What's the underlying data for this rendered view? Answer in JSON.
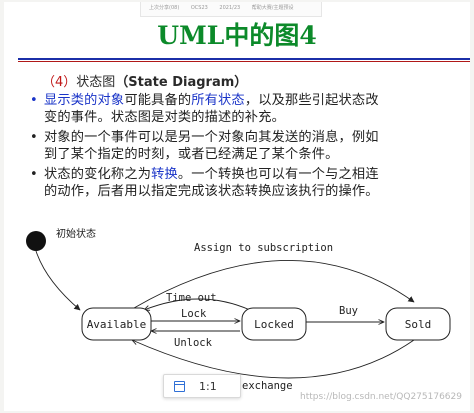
{
  "topbar": {
    "items": [
      "上次分享(08)",
      "OCS23",
      "2021/23",
      "帮助大赛/主题预设"
    ]
  },
  "slide": {
    "title": "UML中的图4",
    "heading": {
      "num": "（4）",
      "cn": "状态图",
      "en": "（State Diagram）"
    },
    "bullets": [
      {
        "lines": [
          [
            {
              "t": "显示类的对象",
              "hl": true
            },
            {
              "t": "可能具备的",
              "hl": false
            },
            {
              "t": "所有状态",
              "hl": true
            },
            {
              "t": "，以及那些引起状态改",
              "hl": false
            }
          ],
          [
            {
              "t": "变的事件。状态图是对类的描述的补充。",
              "hl": false
            }
          ]
        ]
      },
      {
        "lines": [
          [
            {
              "t": "对象的一个事件可以是另一个对象向其发送的消息，例如",
              "hl": false
            }
          ],
          [
            {
              "t": "到了某个指定的时刻，或者已经满足了某个条件。",
              "hl": false
            }
          ]
        ]
      },
      {
        "lines": [
          [
            {
              "t": "状态的变化称之为",
              "hl": false
            },
            {
              "t": "转换",
              "hl": true
            },
            {
              "t": "。一个转换也可以有一个与之相连",
              "hl": false
            }
          ],
          [
            {
              "t": "的动作，后者用以指定完成该状态转换应该执行的操作。",
              "hl": false
            }
          ]
        ]
      }
    ]
  },
  "diagram": {
    "initial_label": "初始状态",
    "states": {
      "available": "Available",
      "locked": "Locked",
      "sold": "Sold"
    },
    "transitions": {
      "assign": "Assign to subscription",
      "timeout": "Time out",
      "lock": "Lock",
      "unlock": "Unlock",
      "buy": "Buy",
      "exchange": "exchange"
    }
  },
  "statusbar": {
    "ratio": "1:1"
  },
  "watermark": "https://blog.csdn.net/QQ275176629",
  "colors": {
    "title": "#0c8a2a",
    "highlight": "#1a34c8",
    "rule_blue": "#1b2fa8",
    "rule_red": "#b01818"
  }
}
